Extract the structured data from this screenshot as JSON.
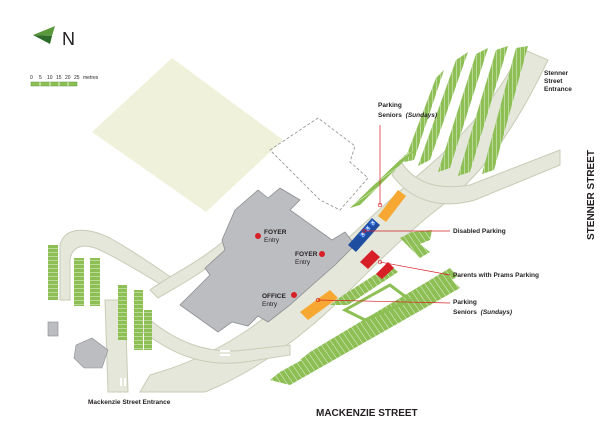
{
  "north_label": "N",
  "scale": {
    "ticks": [
      "0",
      "5",
      "10",
      "15",
      "20",
      "25"
    ],
    "unit": "metres"
  },
  "labels": {
    "stenner_entrance": [
      "Stenner",
      "Street",
      "Entrance"
    ],
    "stenner_street": "STENNER STREET",
    "mackenzie_street": "MACKENZIE STREET",
    "mackenzie_entrance": "Mackenzie Street Entrance",
    "foyer_entry_1": {
      "title": "FOYER",
      "sub": "Entry"
    },
    "foyer_entry_2": {
      "title": "FOYER",
      "sub": "Entry"
    },
    "office_entry": {
      "title": "OFFICE",
      "sub": "Entry"
    },
    "parking_seniors_top": {
      "title": "Parking",
      "sub": "Seniors",
      "note": "(Sundays)"
    },
    "disabled_parking": "Disabled Parking",
    "parents_prams": "Parents with Prams Parking",
    "parking_seniors_bottom": {
      "title": "Parking",
      "sub": "Seniors",
      "note": "(Sundays)"
    }
  },
  "colors": {
    "grass": "#f0f1da",
    "road": "#e4e7da",
    "road_edge": "#c7cdb6",
    "parking_green": "#8dbf54",
    "building": "#bcbdc0",
    "building_edge": "#8c8d90",
    "disabled": "#1f4ea0",
    "prams": "#d61f26",
    "seniors": "#f7a833",
    "leader": "#d61f26",
    "text": "#231f20"
  }
}
